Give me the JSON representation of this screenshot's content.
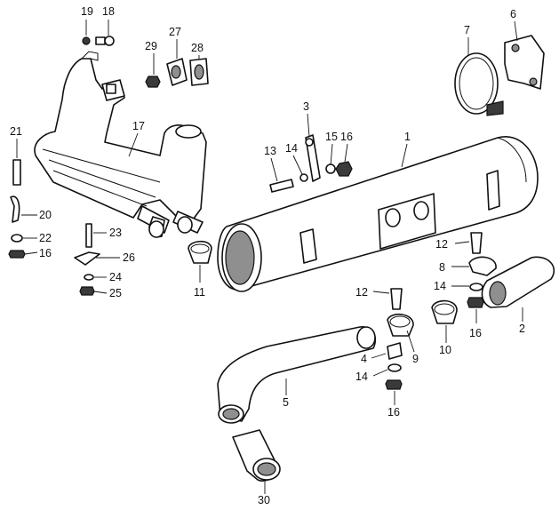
{
  "callouts": [
    {
      "id": "c19",
      "text": "19"
    },
    {
      "id": "c18",
      "text": "18"
    },
    {
      "id": "c29",
      "text": "29"
    },
    {
      "id": "c27",
      "text": "27"
    },
    {
      "id": "c28",
      "text": "28"
    },
    {
      "id": "c7",
      "text": "7"
    },
    {
      "id": "c6",
      "text": "6"
    },
    {
      "id": "c3",
      "text": "3"
    },
    {
      "id": "c21",
      "text": "21"
    },
    {
      "id": "c17",
      "text": "17"
    },
    {
      "id": "c13",
      "text": "13"
    },
    {
      "id": "c14a",
      "text": "14"
    },
    {
      "id": "c15",
      "text": "15"
    },
    {
      "id": "c16a",
      "text": "16"
    },
    {
      "id": "c1",
      "text": "1"
    },
    {
      "id": "c20",
      "text": "20"
    },
    {
      "id": "c23",
      "text": "23"
    },
    {
      "id": "c22",
      "text": "22"
    },
    {
      "id": "c16b",
      "text": "16"
    },
    {
      "id": "c26",
      "text": "26"
    },
    {
      "id": "c24",
      "text": "24"
    },
    {
      "id": "c25",
      "text": "25"
    },
    {
      "id": "c11",
      "text": "11"
    },
    {
      "id": "c12a",
      "text": "12"
    },
    {
      "id": "c8",
      "text": "8"
    },
    {
      "id": "c14b",
      "text": "14"
    },
    {
      "id": "c12b",
      "text": "12"
    },
    {
      "id": "c2",
      "text": "2"
    },
    {
      "id": "c16c",
      "text": "16"
    },
    {
      "id": "c10",
      "text": "10"
    },
    {
      "id": "c9",
      "text": "9"
    },
    {
      "id": "c4",
      "text": "4"
    },
    {
      "id": "c14c",
      "text": "14"
    },
    {
      "id": "c5",
      "text": "5"
    },
    {
      "id": "c16d",
      "text": "16"
    },
    {
      "id": "c30",
      "text": "30"
    }
  ]
}
